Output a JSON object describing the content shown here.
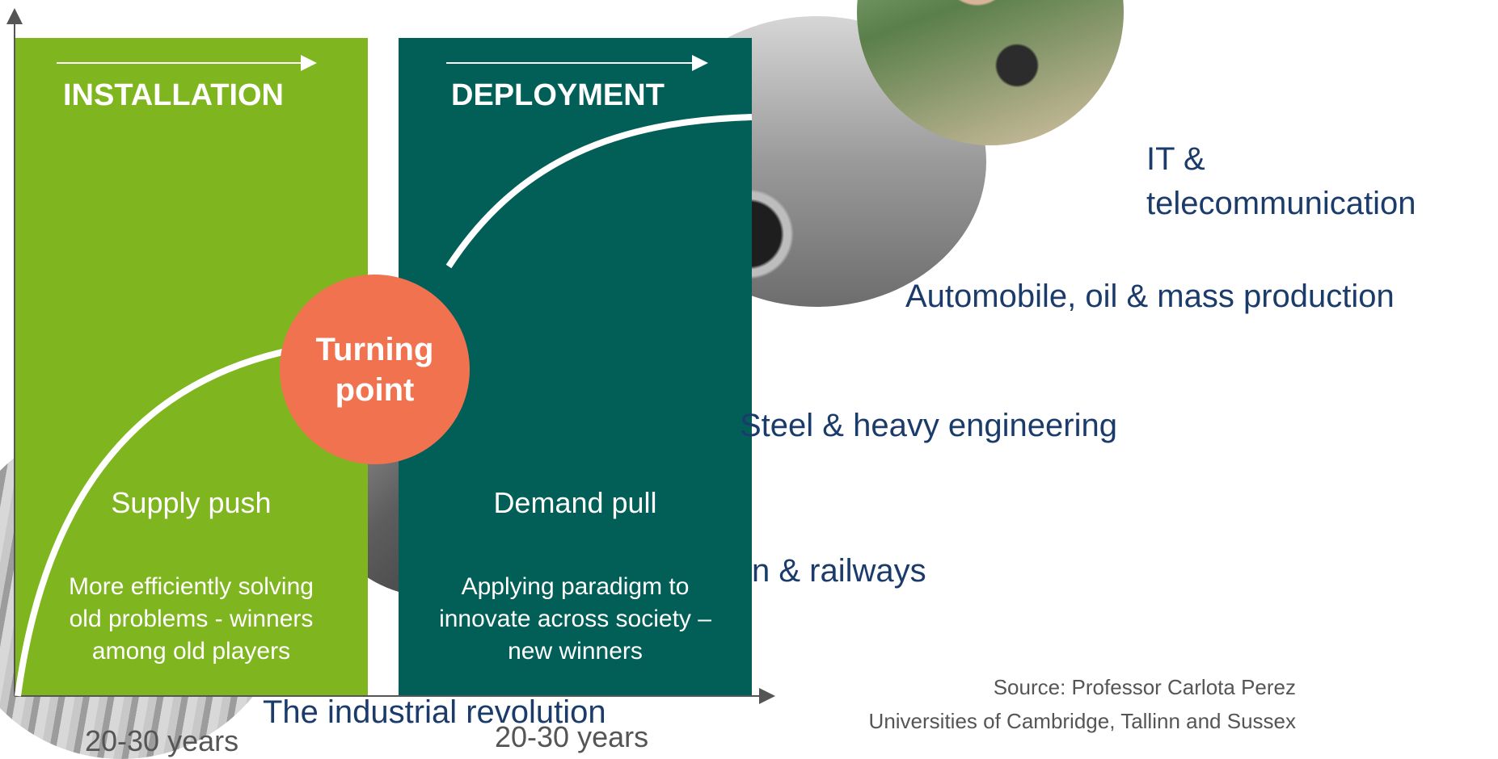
{
  "phases": {
    "installation": {
      "title": "INSTALLATION",
      "label": "Supply push",
      "desc_lines": [
        "More efficiently solving",
        "old problems - winners",
        "among old players"
      ],
      "color": "#7fb51e",
      "years": "20-30 years"
    },
    "deployment": {
      "title": "DEPLOYMENT",
      "label": "Demand pull",
      "desc_lines": [
        "Applying paradigm to",
        "innovate across society –",
        "new winners"
      ],
      "color": "#015f58",
      "years": "20-30 years"
    }
  },
  "turning_point": {
    "lines": [
      "Turning",
      "point"
    ],
    "color": "#f0724f"
  },
  "revolutions": {
    "industrial": "The industrial revolution",
    "railways": "n & railways",
    "steel": "Steel & heavy engineering",
    "automobile": "Automobile, oil & mass production",
    "it_line1": "IT &",
    "it_line2": "telecommunication"
  },
  "source": {
    "line1": "Source: Professor Carlota Perez",
    "line2": "Universities of Cambridge, Tallinn and Sussex"
  },
  "colors": {
    "text_blue": "#1b3b6b",
    "axis": "#555555"
  }
}
